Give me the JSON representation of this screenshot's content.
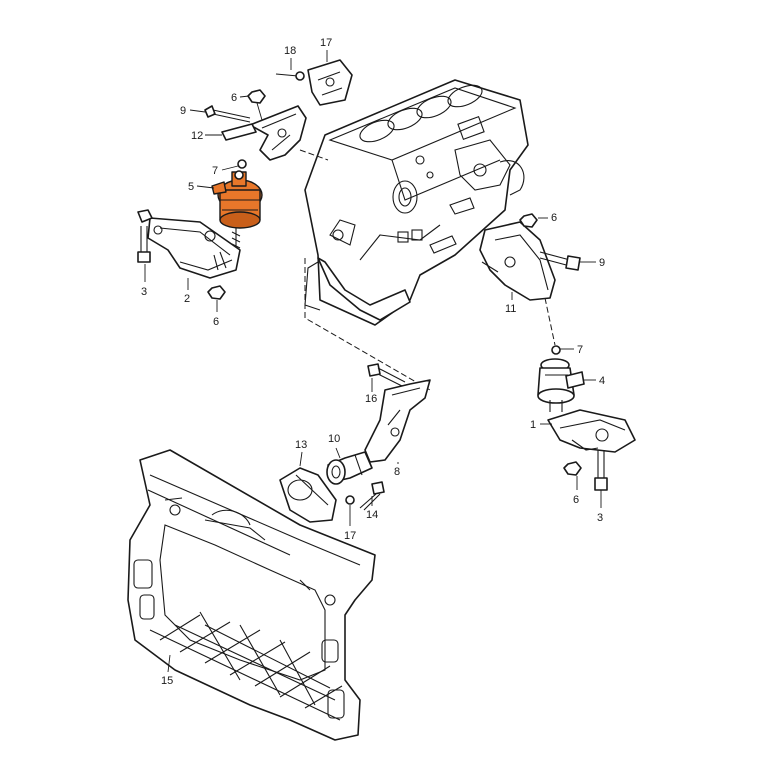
{
  "colors": {
    "highlight": "#e8772a",
    "line": "#1a1a1a",
    "background": "#ffffff"
  },
  "callouts": {
    "p1": "1",
    "p2": "2",
    "p3a": "3",
    "p3b": "3",
    "p4": "4",
    "p5": "5",
    "p6a": "6",
    "p6b": "6",
    "p6c": "6",
    "p6d": "6",
    "p7a": "7",
    "p7b": "7",
    "p8": "8",
    "p9a": "9",
    "p9b": "9",
    "p10": "10",
    "p11": "11",
    "p12": "12",
    "p13": "13",
    "p14": "14",
    "p15": "15",
    "p16": "16",
    "p17a": "17",
    "p17b": "17",
    "p18": "18"
  }
}
